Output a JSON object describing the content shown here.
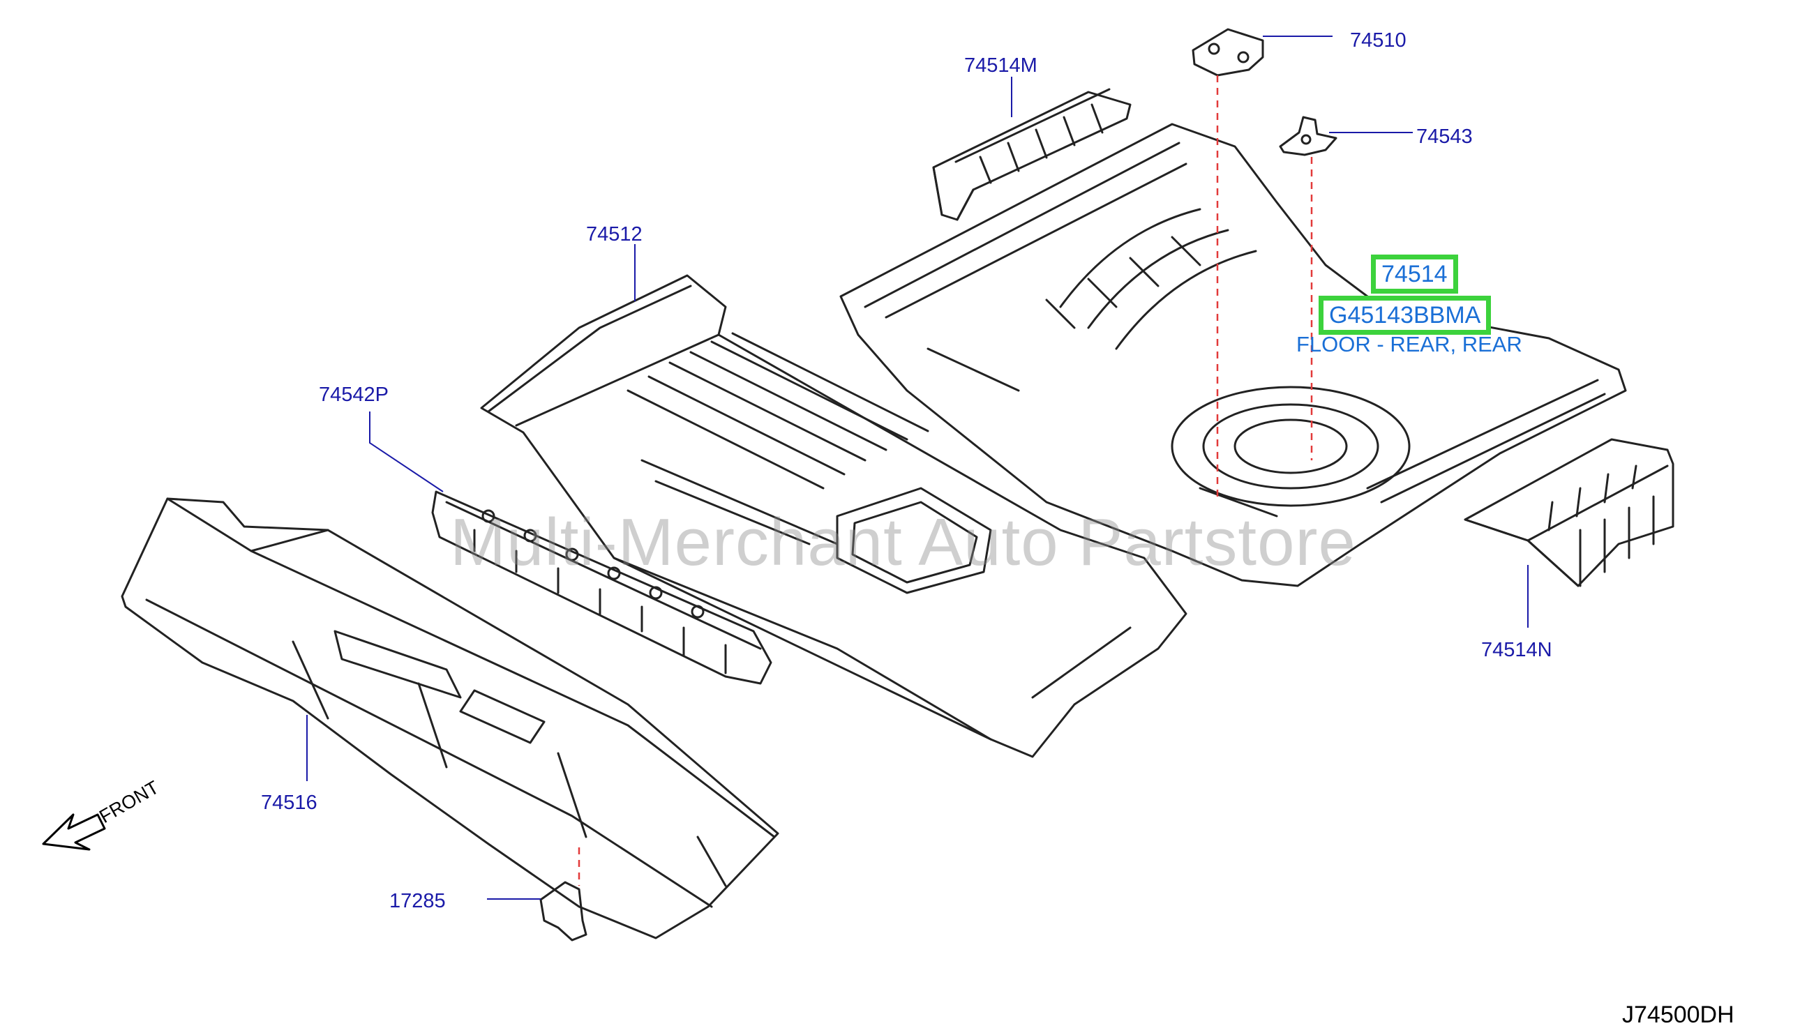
{
  "diagram_id": "J74500DH",
  "watermark": "Multi-Merchant Auto Partstore",
  "front_label": "FRONT",
  "parts": {
    "p74510": "74510",
    "p74514M": "74514M",
    "p74543": "74543",
    "p74512": "74512",
    "p74514": "74514",
    "p74542P": "74542P",
    "p74514N": "74514N",
    "p74516": "74516",
    "p17285": "17285"
  },
  "highlight": {
    "part_number": "G45143BBMA",
    "description": "FLOOR - REAR, REAR",
    "color": "#3cd23c"
  },
  "colors": {
    "label": "#1a1aa8",
    "highlight_text": "#1a6fd6",
    "dashed_guide": "#e23a3a",
    "line_art": "#222222"
  }
}
